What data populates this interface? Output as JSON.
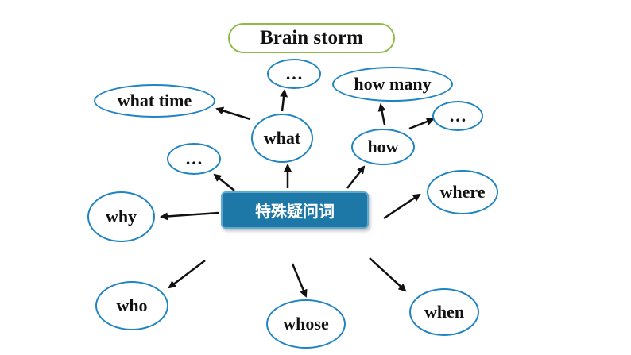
{
  "title": "Brain storm",
  "center_label": "特殊疑问词",
  "nodes": {
    "what": "what",
    "what_time": "what time",
    "what_more": "…",
    "left_more": "…",
    "how": "how",
    "how_many": "how many",
    "how_more": "…",
    "where": "where",
    "why": "why",
    "who": "who",
    "whose": "whose",
    "when": "when"
  }
}
